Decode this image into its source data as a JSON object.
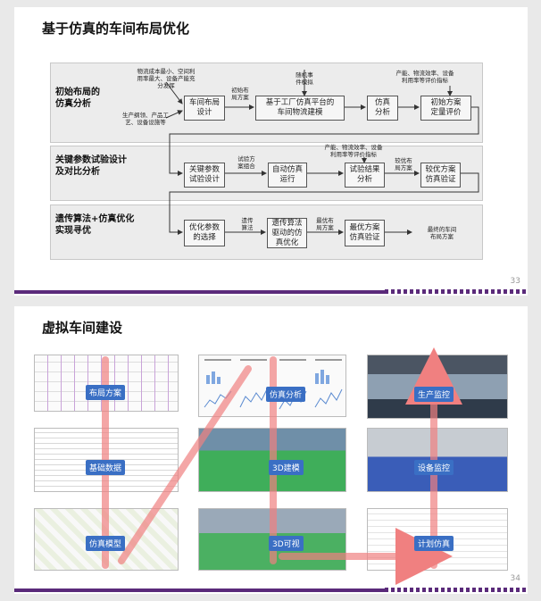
{
  "slide1": {
    "title": "基于仿真的车间布局优化",
    "page": "33",
    "bands": [
      {
        "label": "初始布局的\n仿真分析"
      },
      {
        "label": "关键参数试验设计\n及对比分析"
      },
      {
        "label": "遗传算法+仿真优化\n实现寻优"
      }
    ],
    "boxes": {
      "b1": "车间布局\n设计",
      "b2": "基于工厂仿真平台的\n车间物流建模",
      "b3": "仿真\n分析",
      "b4": "初始方案\n定量评价",
      "b5": "关键参数\n试验设计",
      "b6": "自动仿真\n运行",
      "b7": "试验结果\n分析",
      "b8": "较优方案\n仿真验证",
      "b9": "优化参数\n的选择",
      "b10": "遗传算法\n驱动的仿\n真优化",
      "b11": "最优方案\n仿真验证"
    },
    "notes": {
      "n1": "物流成本最小、空间利\n用率最大、设备产能充\n分发挥",
      "n2": "生产纲领、产品工\n艺、设备设施等",
      "n3": "初始布\n局方案",
      "n4": "随机事\n件模拟",
      "n5": "产能、物流效率、设备\n利用率等评价指标",
      "n6": "试验方\n案组合",
      "n7": "产能、物流效率、设备\n利用率等评价指标",
      "n8": "较优布\n局方案",
      "n9": "遗传\n算法",
      "n10": "最优布\n局方案",
      "n11": "最终的车间\n布局方案"
    }
  },
  "slide2": {
    "title": "虚拟车间建设",
    "page": "34",
    "labels": {
      "layout": "布局方案",
      "basic": "基础数据",
      "model": "仿真模型",
      "analysis": "仿真分析",
      "build3d": "3D建模",
      "view3d": "3D可视",
      "prod": "生产监控",
      "equip": "设备监控",
      "plan": "计划仿真"
    }
  },
  "colors": {
    "accent": "#5a2a7a",
    "label_bg": "#3a6fc4",
    "arrow_pink": "#f08080"
  }
}
